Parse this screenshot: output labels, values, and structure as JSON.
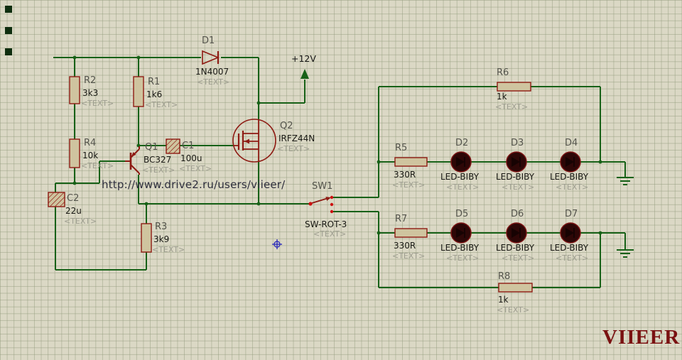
{
  "annotations": {
    "url_note": "http://www.drive2.ru/users/viieer/",
    "watermark": "VIIEER",
    "power_net": "+12V"
  },
  "components": {
    "d1": {
      "ref": "D1",
      "value": "1N4007",
      "text": "<TEXT>"
    },
    "r1": {
      "ref": "R1",
      "value": "1k6",
      "text": "<TEXT>"
    },
    "r2": {
      "ref": "R2",
      "value": "3k3",
      "text": "<TEXT>"
    },
    "r3": {
      "ref": "R3",
      "value": "3k9",
      "text": "<TEXT>"
    },
    "r4": {
      "ref": "R4",
      "value": "10k",
      "text": "<TEXT>"
    },
    "q1": {
      "ref": "Q1",
      "value": "BC327",
      "text": "<TEXT>"
    },
    "q2": {
      "ref": "Q2",
      "value": "IRFZ44N",
      "text": "<TEXT>"
    },
    "c1": {
      "ref": "C1",
      "value": "100u",
      "text": "<TEXT>"
    },
    "c2": {
      "ref": "C2",
      "value": "22u",
      "text": "<TEXT>"
    },
    "sw1": {
      "ref": "SW1",
      "value": "SW-ROT-3",
      "text": "<TEXT>"
    },
    "r5": {
      "ref": "R5",
      "value": "330R",
      "text": "<TEXT>"
    },
    "r6": {
      "ref": "R6",
      "value": "1k",
      "text": "<TEXT>"
    },
    "r7": {
      "ref": "R7",
      "value": "330R",
      "text": "<TEXT>"
    },
    "r8": {
      "ref": "R8",
      "value": "1k",
      "text": "<TEXT>"
    },
    "d2": {
      "ref": "D2",
      "value": "LED-BIBY",
      "text": "<TEXT>"
    },
    "d3": {
      "ref": "D3",
      "value": "LED-BIBY",
      "text": "<TEXT>"
    },
    "d4": {
      "ref": "D4",
      "value": "LED-BIBY",
      "text": "<TEXT>"
    },
    "d5": {
      "ref": "D5",
      "value": "LED-BIBY",
      "text": "<TEXT>"
    },
    "d6": {
      "ref": "D6",
      "value": "LED-BIBY",
      "text": "<TEXT>"
    },
    "d7": {
      "ref": "D7",
      "value": "LED-BIBY",
      "text": "<TEXT>"
    }
  },
  "colors": {
    "background": "#dbd8c5",
    "grid_line": "#bec4a8",
    "wire": "#176117",
    "component_outline": "#8e1b13",
    "component_fill": "#cfc49f",
    "led_fill": "#2d0707",
    "pin_dot": "#cc1111",
    "origin_marker": "#3333bb",
    "placeholder_text": "#9d9d8f",
    "watermark_color": "#7a1111"
  }
}
